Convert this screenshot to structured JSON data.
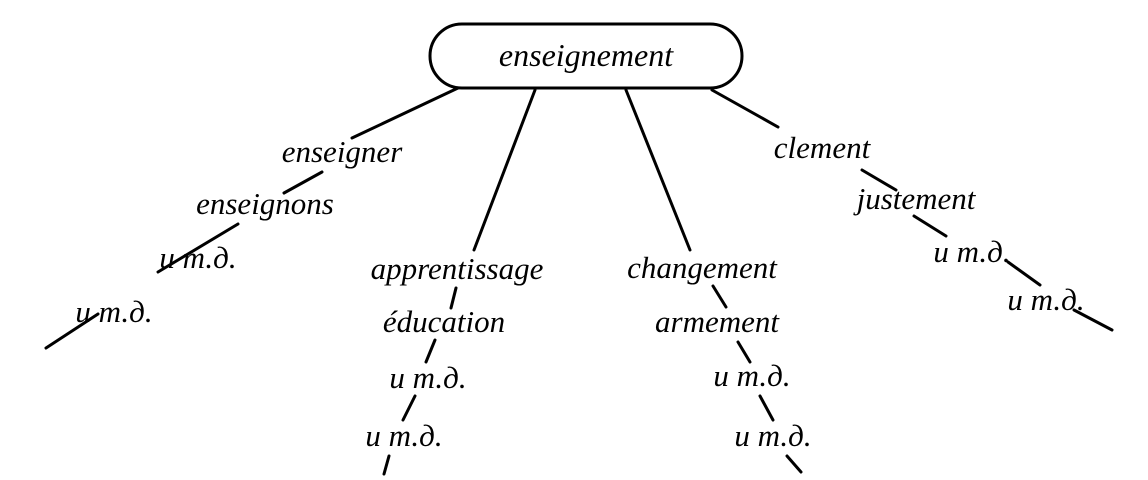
{
  "root": {
    "label": "enseignement"
  },
  "branches": [
    {
      "nodes": [
        "enseigner",
        "enseignons",
        "и т.д.",
        "и т.д."
      ]
    },
    {
      "nodes": [
        "apprentissage",
        "éducation",
        "и т.д.",
        "и т.д."
      ]
    },
    {
      "nodes": [
        "changement",
        "armement",
        "и т.д.",
        "и т.д."
      ]
    },
    {
      "nodes": [
        "clement",
        "justement",
        "и т.д.",
        "и т.д."
      ]
    }
  ],
  "colors": {
    "ink": "#000000",
    "background": "#ffffff"
  }
}
